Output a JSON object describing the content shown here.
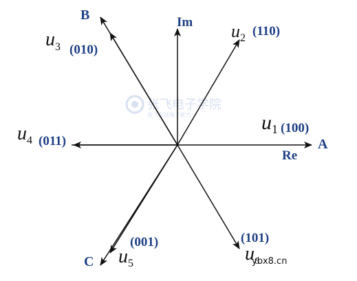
{
  "axes": {
    "axis_re": "Re",
    "axis_im": "Im",
    "phase_a": "A",
    "phase_b": "B",
    "phase_c": "C"
  },
  "vectors": [
    {
      "symbol": "u",
      "index": "1",
      "state": "(100)"
    },
    {
      "symbol": "u",
      "index": "2",
      "state": "(110)"
    },
    {
      "symbol": "u",
      "index": "3",
      "state": "(010)"
    },
    {
      "symbol": "u",
      "index": "4",
      "state": "(011)"
    },
    {
      "symbol": "u",
      "index": "5",
      "state": "(001)"
    },
    {
      "symbol": "u",
      "index": "6",
      "state": "(101)"
    }
  ],
  "watermark": {
    "text": "张飞电子学院",
    "subtext": "张飞实战电子能力"
  },
  "footer_mark": "ybx8.cn",
  "colors": {
    "line": "#111111",
    "label_blue": "#1f3f86",
    "text_black": "#111111",
    "watermark": "#b9c7e6"
  }
}
